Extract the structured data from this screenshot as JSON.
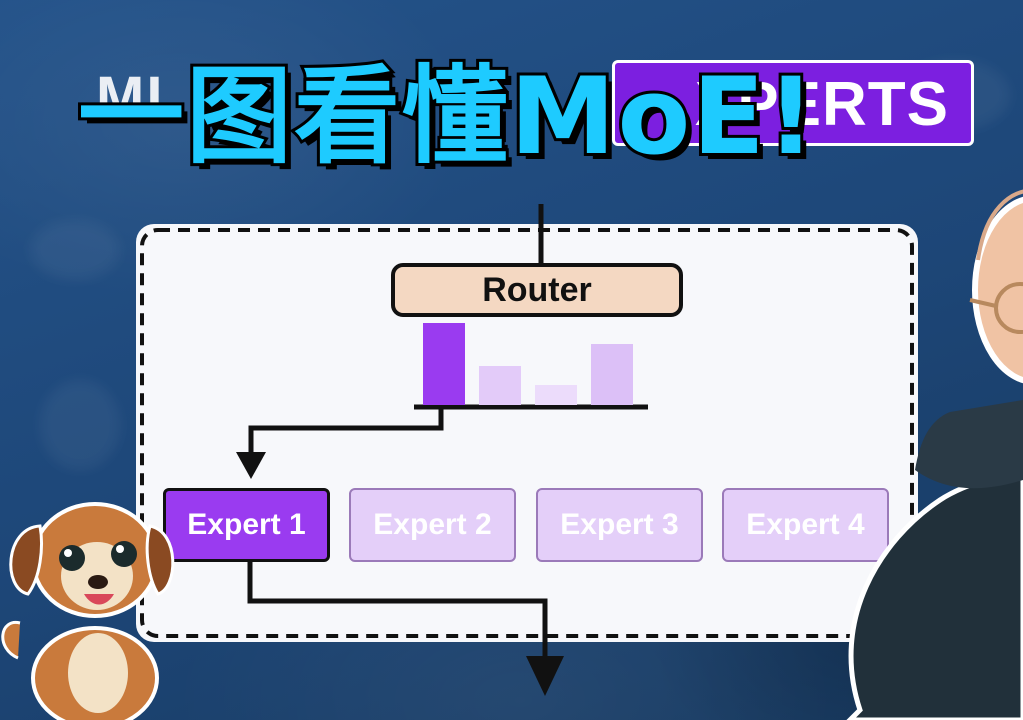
{
  "title": {
    "main": "一图看懂MoE!",
    "ghost_left": "MI",
    "ghost_pill": "XPERTS"
  },
  "diagram": {
    "router_label": "Router",
    "experts": [
      {
        "label": "Expert 1",
        "state": "selected"
      },
      {
        "label": "Expert 2",
        "state": "idle"
      },
      {
        "label": "Expert 3",
        "state": "idle"
      },
      {
        "label": "Expert 4",
        "state": "idle"
      }
    ],
    "routing_weights": [
      1.0,
      0.48,
      0.24,
      0.74
    ]
  },
  "colors": {
    "background": "#1f4a7c",
    "title_fill": "#1ecbff",
    "selected_expert": "#9a3bf0",
    "idle_expert": "#e4cff9",
    "router_fill": "#f4d8c2",
    "pill": "#7c1fe0"
  }
}
